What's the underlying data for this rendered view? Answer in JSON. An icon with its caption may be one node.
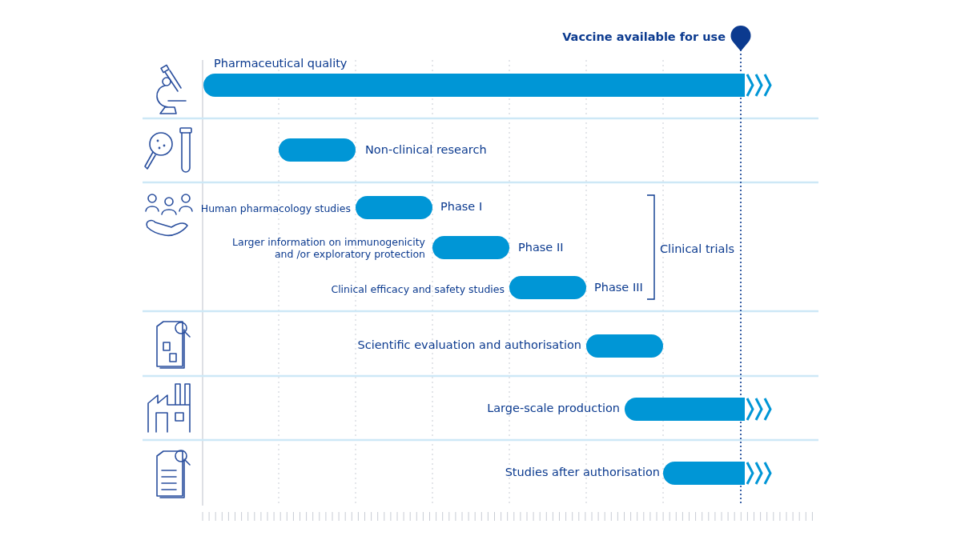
{
  "diagram": {
    "nodes": [
      {
        "text": [],
        "shape": "bar",
        "beside": [
          "Pharmaceutical quality"
        ]
      },
      {
        "text": [],
        "shape": "bar",
        "beside": [
          "Non-clinical research"
        ]
      },
      {
        "text": [],
        "shape": "bar",
        "beside": [
          "Human pharmacology studies",
          "Phase I"
        ]
      },
      {
        "text": [],
        "shape": "bar",
        "beside": [
          "Larger information on immunogenicity and /or exploratory protection",
          "Phase II"
        ]
      },
      {
        "text": [],
        "shape": "bar",
        "beside": [
          "Clinical efficacy and safety studies",
          "Phase III"
        ]
      },
      {
        "text": [],
        "shape": "bar",
        "beside": [
          "Scientific evaluation and authorisation"
        ]
      },
      {
        "text": [],
        "shape": "bar",
        "beside": [
          "Large-scale production"
        ]
      },
      {
        "text": [],
        "shape": "bar",
        "beside": [
          "Studies after authorisation"
        ]
      }
    ],
    "labels": [
      "Vaccine available for use",
      "Clinical trials"
    ]
  }
}
